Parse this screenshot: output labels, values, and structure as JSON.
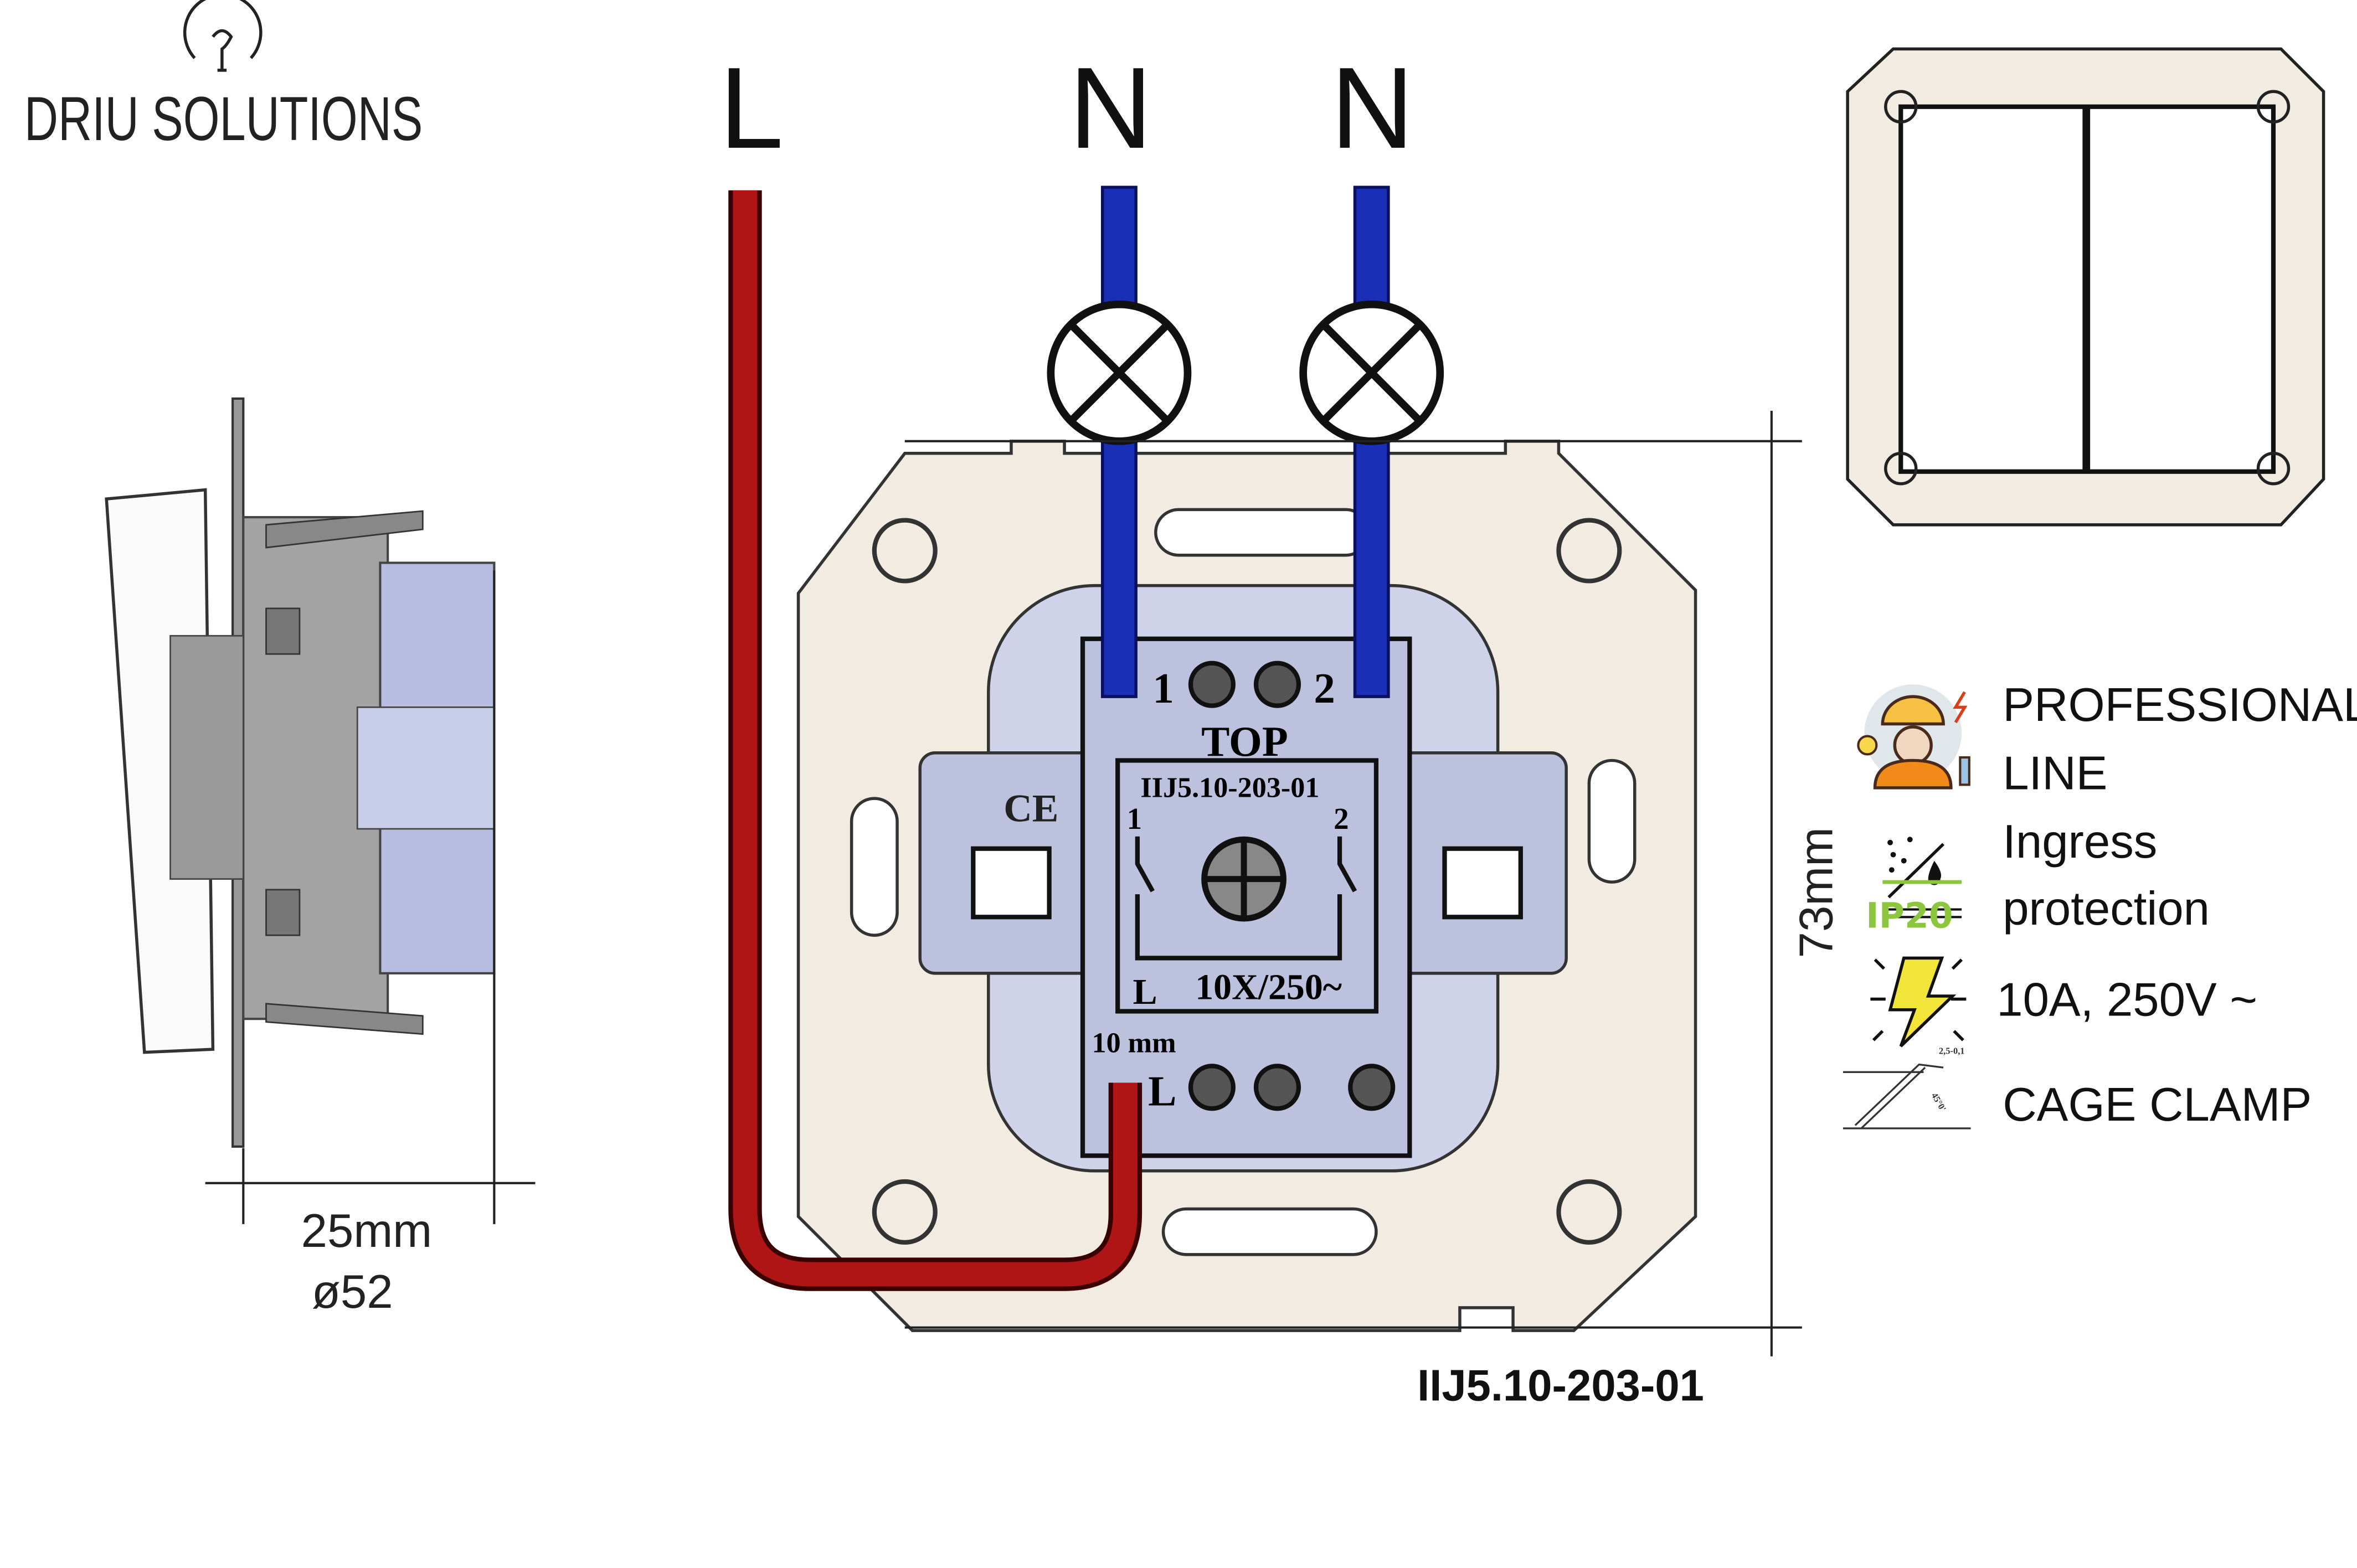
{
  "logo": {
    "brand": "DRIU SOLUTIONS",
    "icon": "lightbulb-icon"
  },
  "wiring": {
    "terminal_labels": [
      "L",
      "N",
      "N"
    ],
    "wire_colors": {
      "line": "#b01515",
      "neutral": "#1a2fb8"
    },
    "lamp_icon": "lamp-cross-icon"
  },
  "module": {
    "top_label": "TOP",
    "terminal_1": "1",
    "terminal_2": "2",
    "terminal_L": "L",
    "model_code": "IIJ5.10-203-01",
    "contact_1": "1",
    "contact_2": "2",
    "contact_L": "L",
    "rating": "10X/250~",
    "strip_length": "10 mm",
    "ce_mark": "CE"
  },
  "dimensions": {
    "height": "73mm",
    "depth": "25mm",
    "diameter": "ø52"
  },
  "product_code": "IIJ5.10-203-01",
  "features": [
    {
      "icon": "electrician-icon",
      "lines": [
        "PROFESSIONAL",
        "LINE"
      ]
    },
    {
      "icon": "ingress-protection-icon",
      "badge": "IP20",
      "lines": [
        "Ingress",
        "protection"
      ]
    },
    {
      "icon": "lightning-icon",
      "lines": [
        "10A, 250V ~"
      ]
    },
    {
      "icon": "cage-clamp-icon",
      "lines": [
        "CAGE CLAMP"
      ],
      "drawing_labels": [
        "2,5-0,1",
        "45°0'"
      ]
    }
  ],
  "colors": {
    "plate": "#f1ebe1",
    "module": "#bcc2dd",
    "ip_badge": "#8cc63f",
    "lightning": "#f2e53a"
  }
}
